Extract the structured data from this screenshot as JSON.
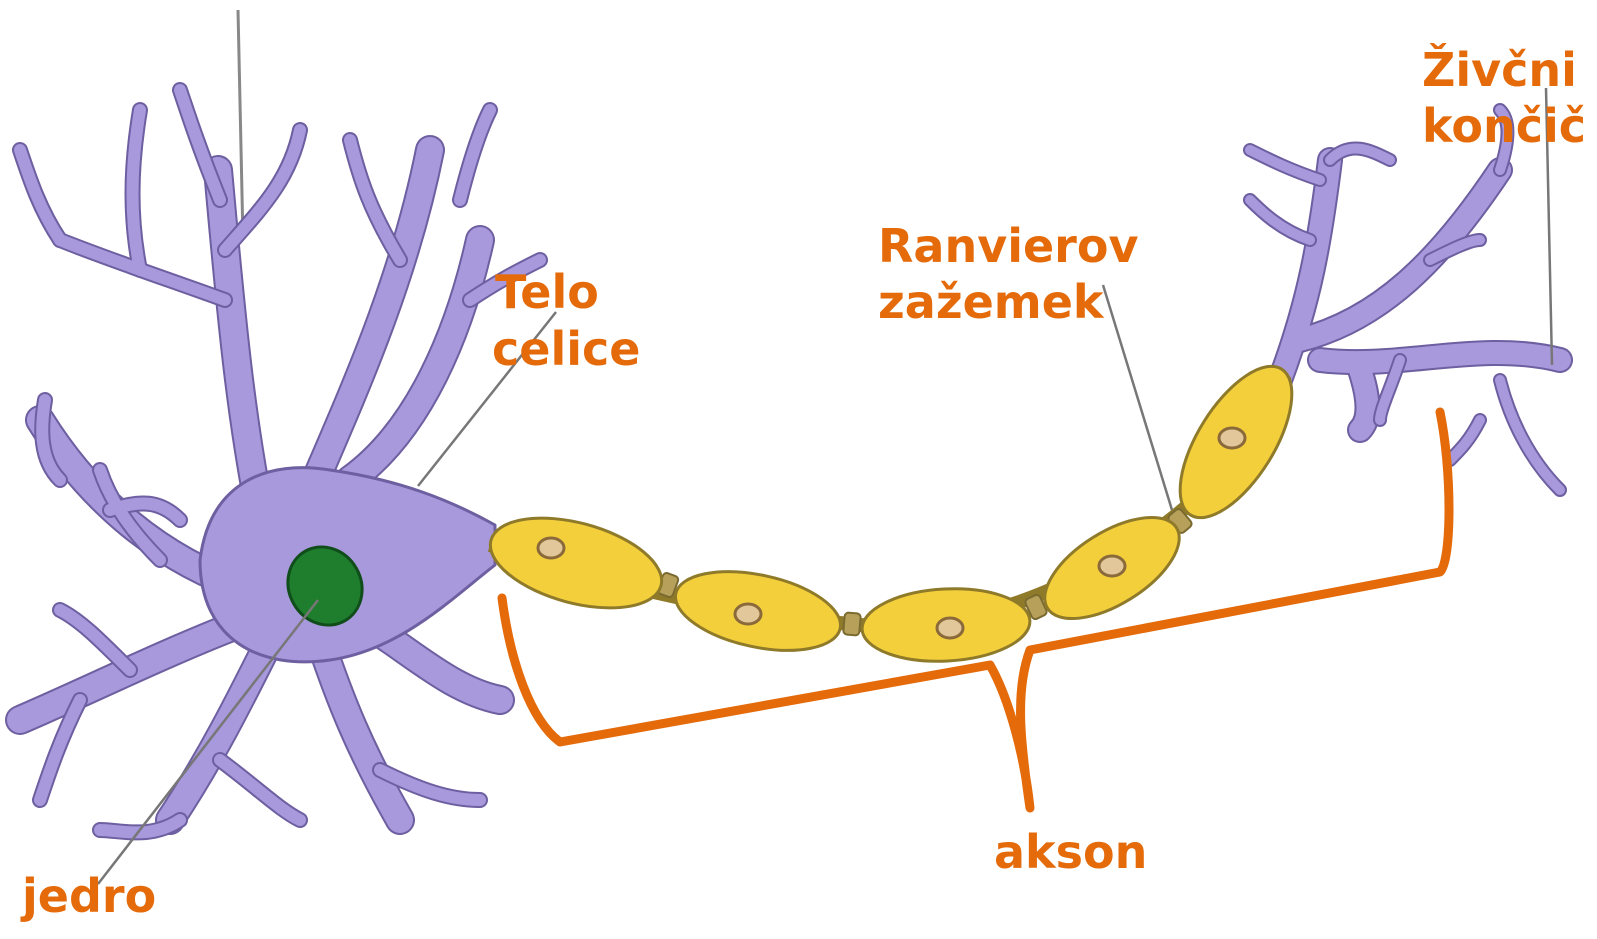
{
  "labels": {
    "telo_line1": "Telo",
    "telo_line2": "celice",
    "ranvier_line1": "Ranvierov",
    "ranvier_line2": "zažemek",
    "zivcni_line1": "Živčni",
    "zivcni_line2": "končič",
    "akson": "akson",
    "jedro": "jedro"
  },
  "colors": {
    "label": "#e46a0a",
    "neuron_fill": "#a898dc",
    "neuron_stroke": "#6d5fa0",
    "myelin_fill": "#f3cf3c",
    "myelin_stroke": "#8f7a2a",
    "node_fill": "#b7a05a",
    "nucleus_fill": "#1f7d2e",
    "nucleus_stroke": "#0f4d1a",
    "pointer_line": "#777777",
    "bracket": "#e46a0a"
  }
}
